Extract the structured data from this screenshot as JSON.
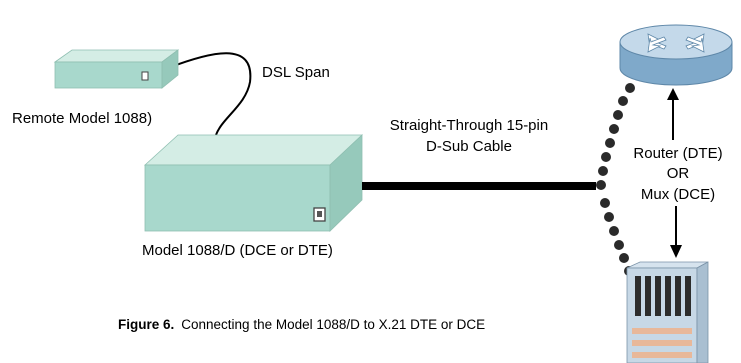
{
  "labels": {
    "dsl_span": "DSL Span",
    "remote_model": "Remote Model 1088)",
    "cable_line1": "Straight-Through 15-pin",
    "cable_line2": "D-Sub Cable",
    "local_model": "Model 1088/D (DCE or DTE)",
    "router_dte": "Router (DTE)",
    "or": "OR",
    "mux_dce": "Mux (DCE)"
  },
  "caption": {
    "prefix": "Figure 6.",
    "text": "Connecting the Model 1088/D to X.21 DTE or DCE"
  },
  "colors": {
    "device_face": "#a8d8cc",
    "device_top": "#d4ede5",
    "router_face": "#7fa9ca",
    "router_top": "#c4d9ea",
    "cable": "#000000",
    "dots": "#2a2a2a"
  }
}
